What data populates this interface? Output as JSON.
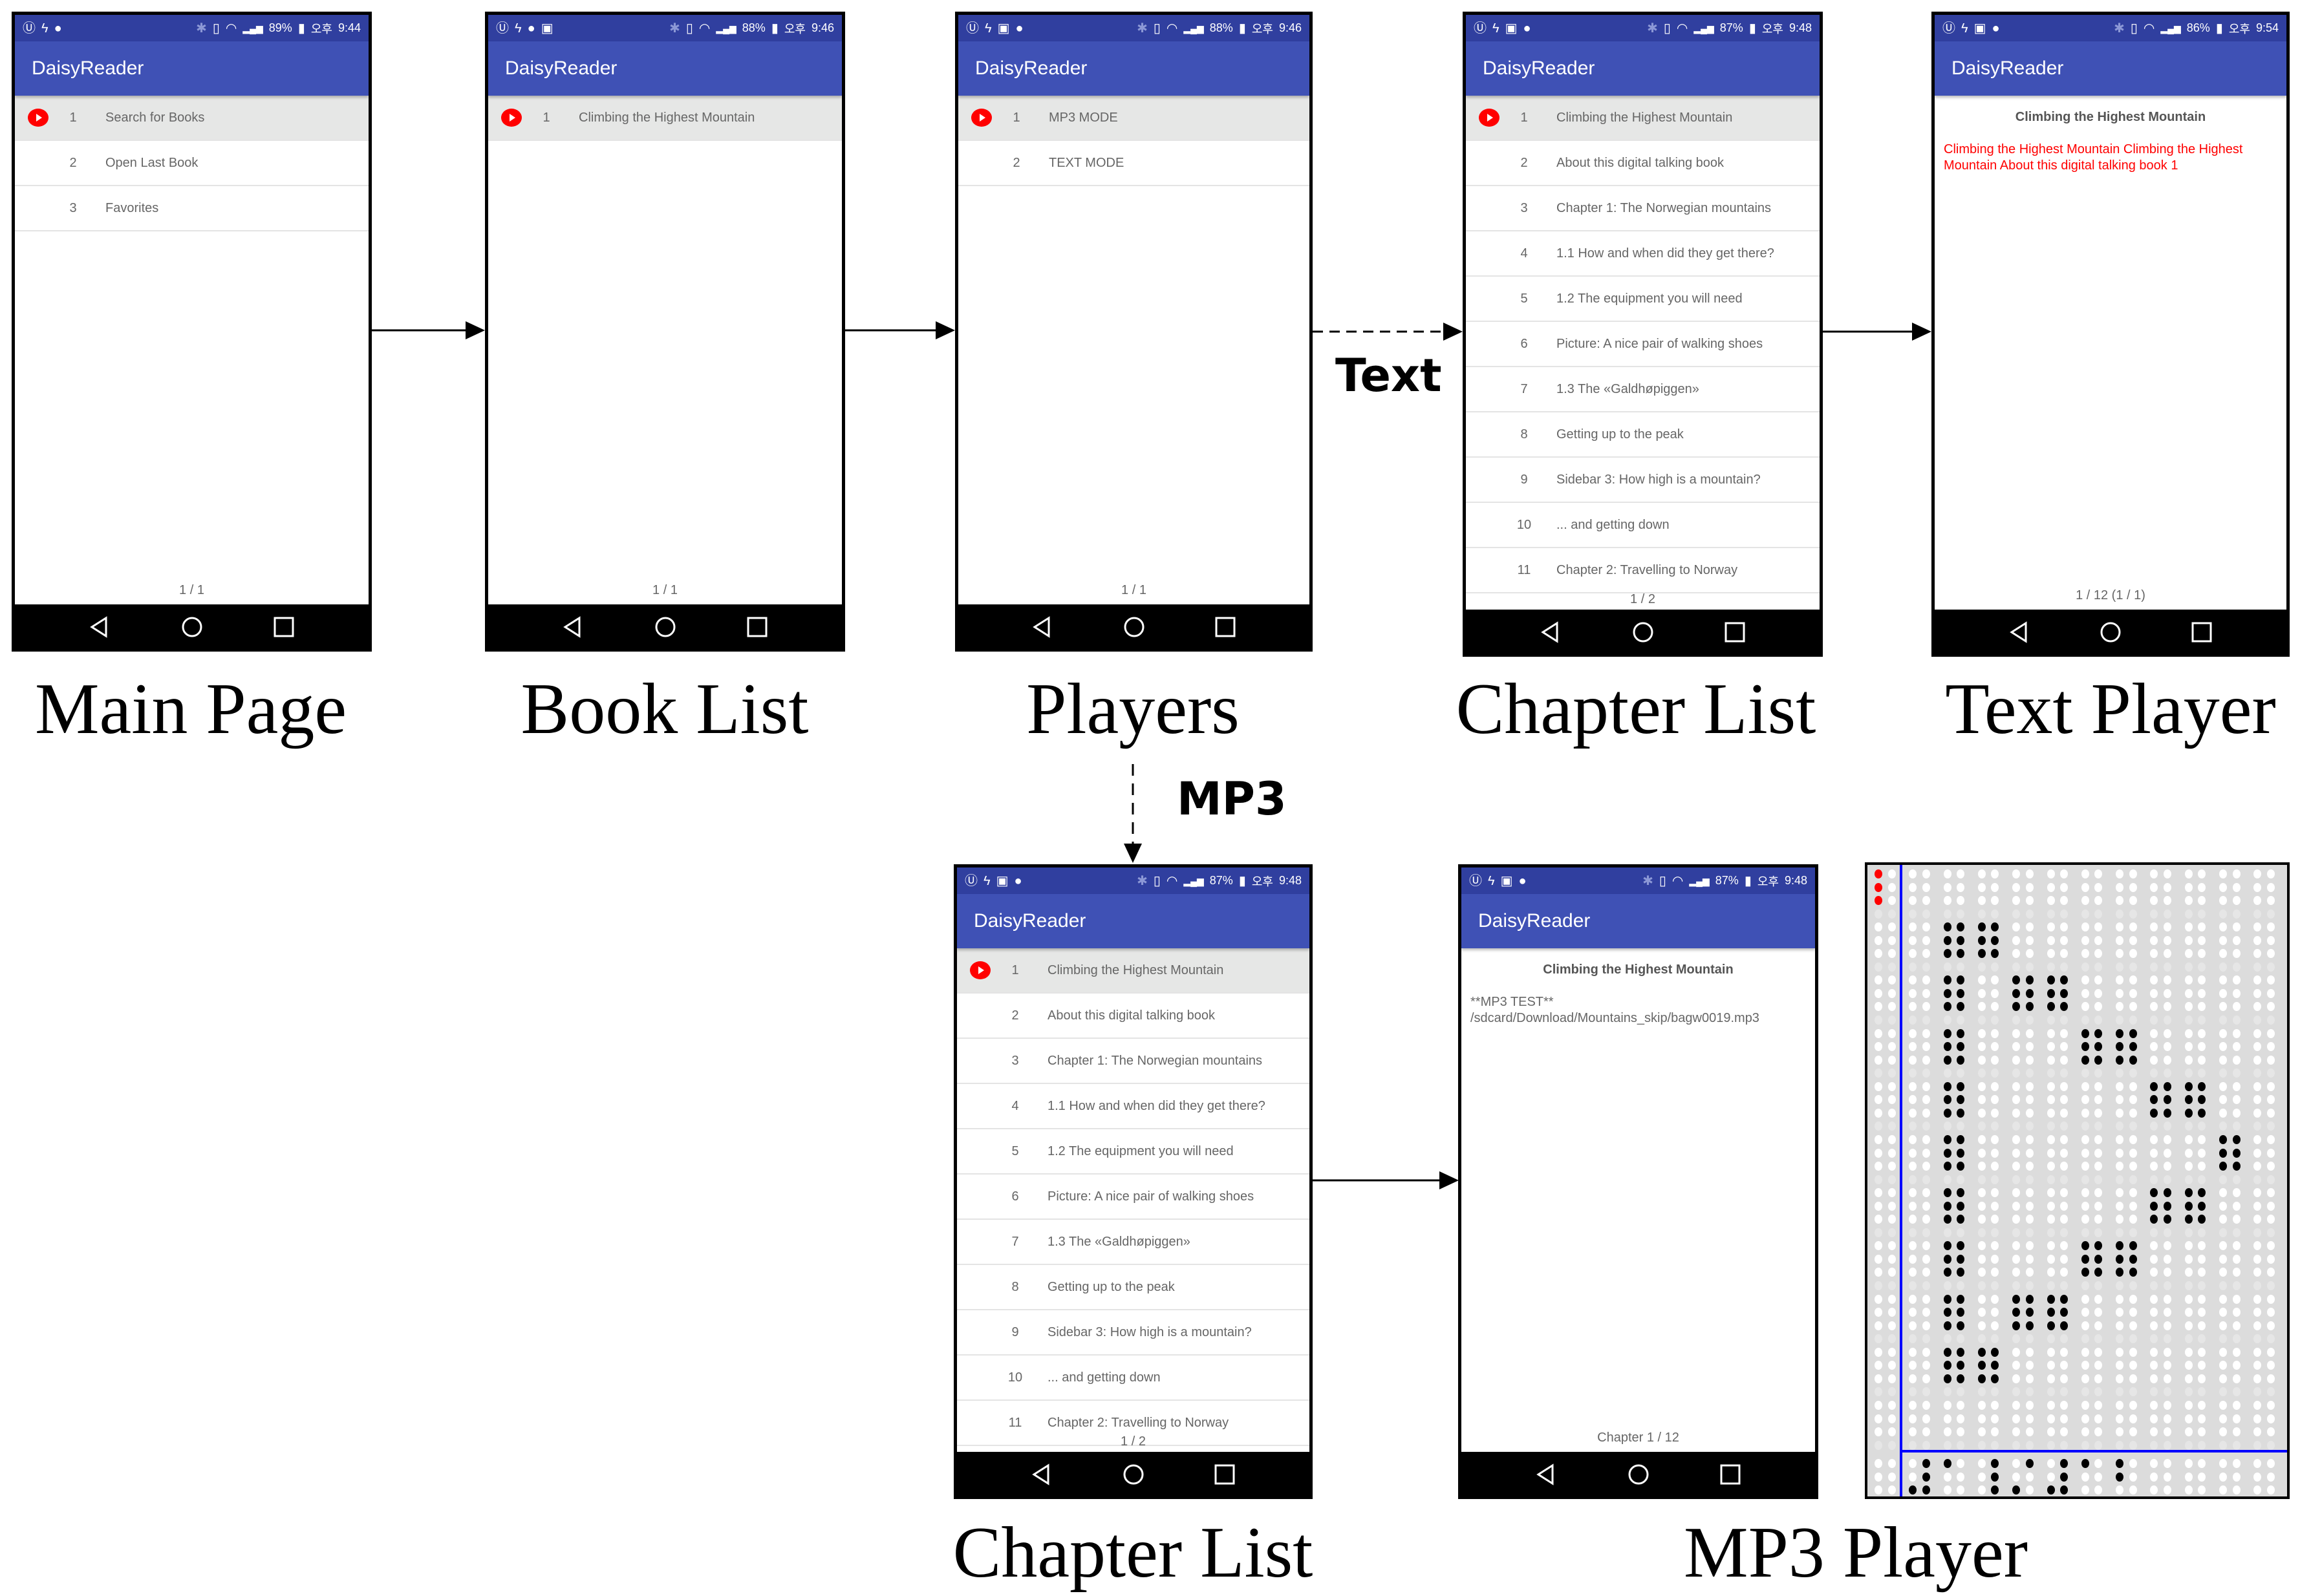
{
  "app_title": "DaisyReader",
  "colors": {
    "status_bar": "#303F9F",
    "app_bar": "#3F51B5",
    "highlight_row": "#e6e7e6",
    "play_icon": "#ff0000",
    "text_player_highlight": "#ff0000",
    "braille_cursor_lines": "#0000ff"
  },
  "screens": [
    {
      "key": "main",
      "caption": "Main Page",
      "status": {
        "left_icons": [
          "u-plus-icon",
          "v3-icon",
          "chat-bubble-icon"
        ],
        "battery": "89%",
        "ampm": "오후",
        "time": "9:44"
      },
      "items": [
        {
          "num": "1",
          "label": "Search for Books",
          "playing": true
        },
        {
          "num": "2",
          "label": "Open Last Book"
        },
        {
          "num": "3",
          "label": "Favorites"
        }
      ],
      "page": "1 / 1"
    },
    {
      "key": "booklist",
      "caption": "Book List",
      "status": {
        "left_icons": [
          "u-plus-icon",
          "v3-icon",
          "chat-bubble-icon",
          "image-icon"
        ],
        "battery": "88%",
        "ampm": "오후",
        "time": "9:46"
      },
      "items": [
        {
          "num": "1",
          "label": "Climbing the Highest Mountain",
          "playing": true
        }
      ],
      "page": "1 / 1"
    },
    {
      "key": "players",
      "caption": "Players",
      "status": {
        "left_icons": [
          "u-plus-icon",
          "v3-icon",
          "image-icon",
          "chat-bubble-icon"
        ],
        "battery": "88%",
        "ampm": "오후",
        "time": "9:46"
      },
      "items": [
        {
          "num": "1",
          "label": "MP3 MODE",
          "playing": true
        },
        {
          "num": "2",
          "label": "TEXT MODE"
        }
      ],
      "page": "1 / 1"
    },
    {
      "key": "chapters_text",
      "caption": "Chapter List",
      "status": {
        "left_icons": [
          "u-plus-icon",
          "v3-icon",
          "image-icon",
          "chat-bubble-icon"
        ],
        "battery": "87%",
        "ampm": "오후",
        "time": "9:48"
      },
      "items": [
        {
          "num": "1",
          "label": "Climbing the Highest Mountain",
          "playing": true
        },
        {
          "num": "2",
          "label": "About this digital talking book"
        },
        {
          "num": "3",
          "label": "Chapter 1: The Norwegian mountains"
        },
        {
          "num": "4",
          "label": "1.1 How and when did they get there?"
        },
        {
          "num": "5",
          "label": "1.2 The equipment you will need"
        },
        {
          "num": "6",
          "label": "Picture: A nice pair of walking shoes"
        },
        {
          "num": "7",
          "label": "1.3 The «Galdhøpiggen»"
        },
        {
          "num": "8",
          "label": "Getting up to the peak"
        },
        {
          "num": "9",
          "label": "Sidebar 3: How high is a mountain?"
        },
        {
          "num": "10",
          "label": "... and getting down"
        },
        {
          "num": "11",
          "label": "Chapter 2: Travelling to Norway"
        }
      ],
      "page": "1 / 2"
    },
    {
      "key": "textplayer",
      "caption": "Text Player",
      "status": {
        "left_icons": [
          "u-plus-icon",
          "v3-icon",
          "image-icon",
          "chat-bubble-icon"
        ],
        "battery": "86%",
        "ampm": "오후",
        "time": "9:54"
      },
      "heading": "Climbing the Highest Mountain",
      "body": "Climbing the Highest Mountain Climbing the Highest Mountain About this digital talking book 1",
      "page": "1 / 12 (1 / 1)"
    },
    {
      "key": "chapters_mp3",
      "caption": "Chapter List",
      "status": {
        "left_icons": [
          "u-plus-icon",
          "v3-icon",
          "image-icon",
          "chat-bubble-icon"
        ],
        "battery": "87%",
        "ampm": "오후",
        "time": "9:48"
      },
      "items": [
        {
          "num": "1",
          "label": "Climbing the Highest Mountain",
          "playing": true
        },
        {
          "num": "2",
          "label": "About this digital talking book"
        },
        {
          "num": "3",
          "label": "Chapter 1: The Norwegian mountains"
        },
        {
          "num": "4",
          "label": "1.1 How and when did they get there?"
        },
        {
          "num": "5",
          "label": "1.2 The equipment you will need"
        },
        {
          "num": "6",
          "label": "Picture: A nice pair of walking shoes"
        },
        {
          "num": "7",
          "label": "1.3 The «Galdhøpiggen»"
        },
        {
          "num": "8",
          "label": "Getting up to the peak"
        },
        {
          "num": "9",
          "label": "Sidebar 3: How high is a mountain?"
        },
        {
          "num": "10",
          "label": "... and getting down"
        },
        {
          "num": "11",
          "label": "Chapter 2: Travelling to Norway"
        }
      ],
      "page": "1 / 2"
    },
    {
      "key": "mp3player",
      "caption": "MP3 Player",
      "status": {
        "left_icons": [
          "u-plus-icon",
          "v3-icon",
          "image-icon",
          "chat-bubble-icon"
        ],
        "battery": "87%",
        "ampm": "오후",
        "time": "9:48"
      },
      "heading": "Climbing the Highest Mountain",
      "body_lines": [
        "**MP3 TEST**",
        "/sdcard/Download/Mountains_skip/bagw0019.mp3"
      ],
      "page": "Chapter 1 / 12"
    }
  ],
  "edges": {
    "text_label": "Text",
    "mp3_label": "MP3"
  },
  "braille_display": {
    "columns": 12,
    "rows": 12,
    "red_cells": [
      {
        "row": 0,
        "col": 0,
        "dots": "123"
      }
    ],
    "filled_cells": [
      {
        "row": 1,
        "col": 2,
        "dots": "123456"
      },
      {
        "row": 1,
        "col": 3,
        "dots": "123456"
      },
      {
        "row": 2,
        "col": 2,
        "dots": "123456"
      },
      {
        "row": 2,
        "col": 4,
        "dots": "123456"
      },
      {
        "row": 2,
        "col": 5,
        "dots": "123456"
      },
      {
        "row": 3,
        "col": 2,
        "dots": "123456"
      },
      {
        "row": 3,
        "col": 6,
        "dots": "123456"
      },
      {
        "row": 3,
        "col": 7,
        "dots": "123456"
      },
      {
        "row": 4,
        "col": 2,
        "dots": "123456"
      },
      {
        "row": 4,
        "col": 8,
        "dots": "123456"
      },
      {
        "row": 4,
        "col": 9,
        "dots": "123456"
      },
      {
        "row": 5,
        "col": 2,
        "dots": "123456"
      },
      {
        "row": 5,
        "col": 10,
        "dots": "123456"
      },
      {
        "row": 6,
        "col": 2,
        "dots": "123456"
      },
      {
        "row": 6,
        "col": 8,
        "dots": "123456"
      },
      {
        "row": 6,
        "col": 9,
        "dots": "123456"
      },
      {
        "row": 7,
        "col": 2,
        "dots": "123456"
      },
      {
        "row": 7,
        "col": 6,
        "dots": "123456"
      },
      {
        "row": 7,
        "col": 7,
        "dots": "123456"
      },
      {
        "row": 8,
        "col": 2,
        "dots": "123456"
      },
      {
        "row": 8,
        "col": 4,
        "dots": "123456"
      },
      {
        "row": 8,
        "col": 5,
        "dots": "123456"
      },
      {
        "row": 9,
        "col": 2,
        "dots": "123456"
      },
      {
        "row": 9,
        "col": 3,
        "dots": "123456"
      },
      {
        "row": 11,
        "col": 1,
        "dots": "3456"
      },
      {
        "row": 11,
        "col": 2,
        "dots": "1"
      },
      {
        "row": 11,
        "col": 3,
        "dots": "456"
      },
      {
        "row": 11,
        "col": 4,
        "dots": "34"
      },
      {
        "row": 11,
        "col": 5,
        "dots": "3456"
      },
      {
        "row": 11,
        "col": 6,
        "dots": "1"
      },
      {
        "row": 11,
        "col": 7,
        "dots": "12"
      }
    ]
  }
}
